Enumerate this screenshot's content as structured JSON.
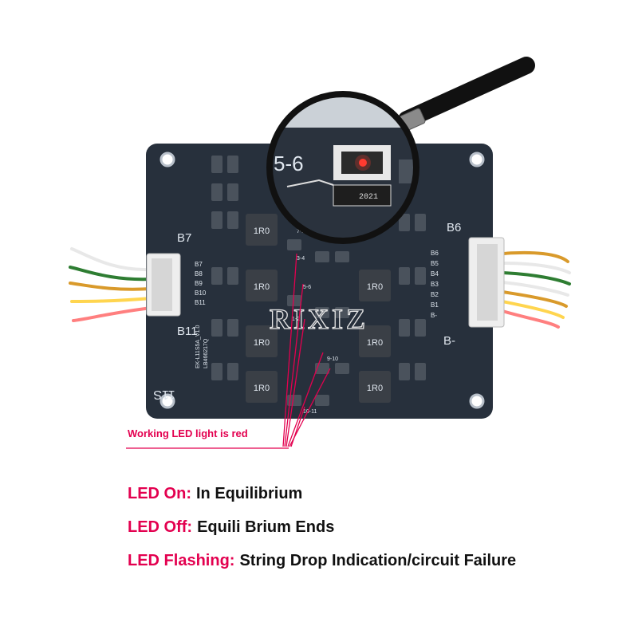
{
  "colors": {
    "pcb": "#27303c",
    "silkscreen": "#dfe6ee",
    "legend_key": "#e3004f",
    "legend_value": "#111111",
    "led": "#ff3b30",
    "annotation": "#e3004f",
    "wires": [
      "#e8e8e8",
      "#2e7d32",
      "#d99a2b",
      "#ffd54f",
      "#ff7f7f",
      "#cc3333"
    ]
  },
  "board": {
    "left_connector": {
      "top_label": "B7",
      "bottom_label": "B11",
      "pins": [
        "B7",
        "B8",
        "B9",
        "B10",
        "B11"
      ]
    },
    "right_connector": {
      "top_label": "B6",
      "bottom_label": "B-",
      "pins": [
        "B6",
        "B5",
        "B4",
        "B3",
        "B2",
        "B1",
        "B-"
      ]
    },
    "series_label": "11S",
    "model_text_1": "EK-L11S5A_V1.0",
    "model_text_2": "LB466217Q",
    "inductor_label": "1R0",
    "pair_labels": [
      "7-8",
      "3-4",
      "5-6",
      "1-2",
      "9-10",
      "10-11"
    ],
    "watermark": "RIXIZ",
    "zoom": {
      "pair_label": "5-6",
      "chip_label": "2021"
    }
  },
  "annotation": {
    "text": "Working LED light is red"
  },
  "legend": [
    {
      "key": "LED On:",
      "value": "In Equilibrium"
    },
    {
      "key": "LED Off:",
      "value": "Equili Brium Ends"
    },
    {
      "key": "LED Flashing:",
      "value": "String Drop Indication/circuit Failure"
    }
  ]
}
